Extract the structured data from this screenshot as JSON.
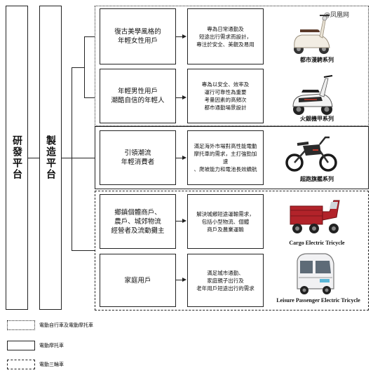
{
  "watermark": "@凤凰网",
  "platforms": {
    "rd": "研發平台",
    "manufacturing": "製造平台"
  },
  "segments": [
    {
      "user": "復古美學風格的\n年輕女性用戶",
      "description": "專為日常通勤及\n短途出行需求而設計，\n專注於安全、美觀及易用",
      "series": "都市漫騁系列"
    },
    {
      "user": "年輕男性用戶\n潮酷自信的年輕人",
      "description": "專為以安全、效率及\n運行可靠性為重要\n考量因素的高頻次\n都市通勤場景設計",
      "series": "火銀機甲系列"
    },
    {
      "user": "引領潮流\n年輕消費者",
      "description": "滿足海外市場對高性能電動\n摩托車的需求，主打強勁加速\n、爬坡能力和電池長效續航",
      "series": "超跑旗艦系列"
    },
    {
      "user": "鄉鎮個體商戶、\n農戶、城郊物流\n經營者及流動攤主",
      "description": "解決城鄉短途運輸需求，\n包括小型物流、個體\n商戶及農業運輸",
      "series": "Cargo Electric Tricycle"
    },
    {
      "user": "家庭用戶",
      "description": "滿足城市通勤、\n家庭親子出行及\n老年用戶短途出行的需求",
      "series": "Leisure Passenger Electric Tricycle"
    }
  ],
  "legend": [
    {
      "style": "dotted",
      "label": "電動自行車及電動摩托車"
    },
    {
      "style": "solid",
      "label": "電動摩托車"
    },
    {
      "style": "dashed",
      "label": "電動三輪車"
    }
  ],
  "colors": {
    "scooter_white": "#f2ede3",
    "motorcycle_dark": "#2a2a2a",
    "cargo_red": "#b2232a",
    "cabin_white": "#f1f1f3"
  },
  "icons": {
    "seg1": "retro-scooter-icon",
    "seg2": "sport-scooter-icon",
    "seg3": "electric-motorcycle-icon",
    "seg4": "cargo-tricycle-icon",
    "seg5": "passenger-tricycle-icon"
  }
}
